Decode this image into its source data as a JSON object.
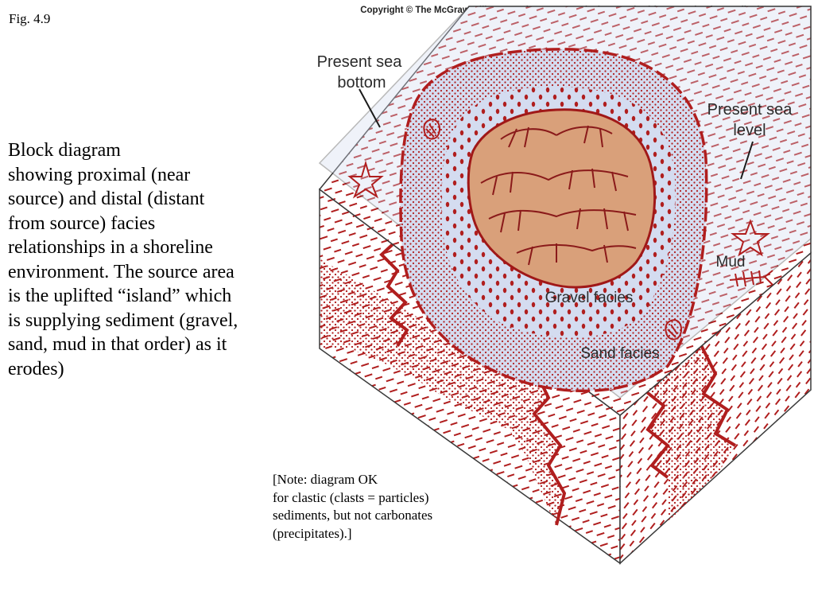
{
  "figure": {
    "label": "Fig. 4.9",
    "copyright": "Copyright © The McGraw-Hill Companies, Inc. Permission required for reproduction or display."
  },
  "caption_lines": [
    "Block diagram",
    "showing proximal (near",
    "source) and distal (distant",
    "from source)  facies",
    "relationships in a shoreline",
    "environment. The source area",
    "is the uplifted “island” which",
    "is supplying sediment (gravel,",
    "sand, mud in that order) as it",
    "erodes)"
  ],
  "note_lines": [
    "[Note: diagram OK",
    "for clastic (clasts = particles)",
    "sediments, but not carbonates",
    "(precipitates).]"
  ],
  "diagram": {
    "labels": {
      "sea_bottom_1": "Present sea",
      "sea_bottom_2": "bottom",
      "sea_level_1": "Present sea",
      "sea_level_2": "level",
      "mud": "Mud",
      "gravel": "Gravel facies",
      "sand": "Sand facies"
    },
    "colors": {
      "water": "#d4dcf0",
      "sediment_red": "#b01e1e",
      "island": "#d9a07a",
      "outline": "#3a3a3a"
    }
  }
}
